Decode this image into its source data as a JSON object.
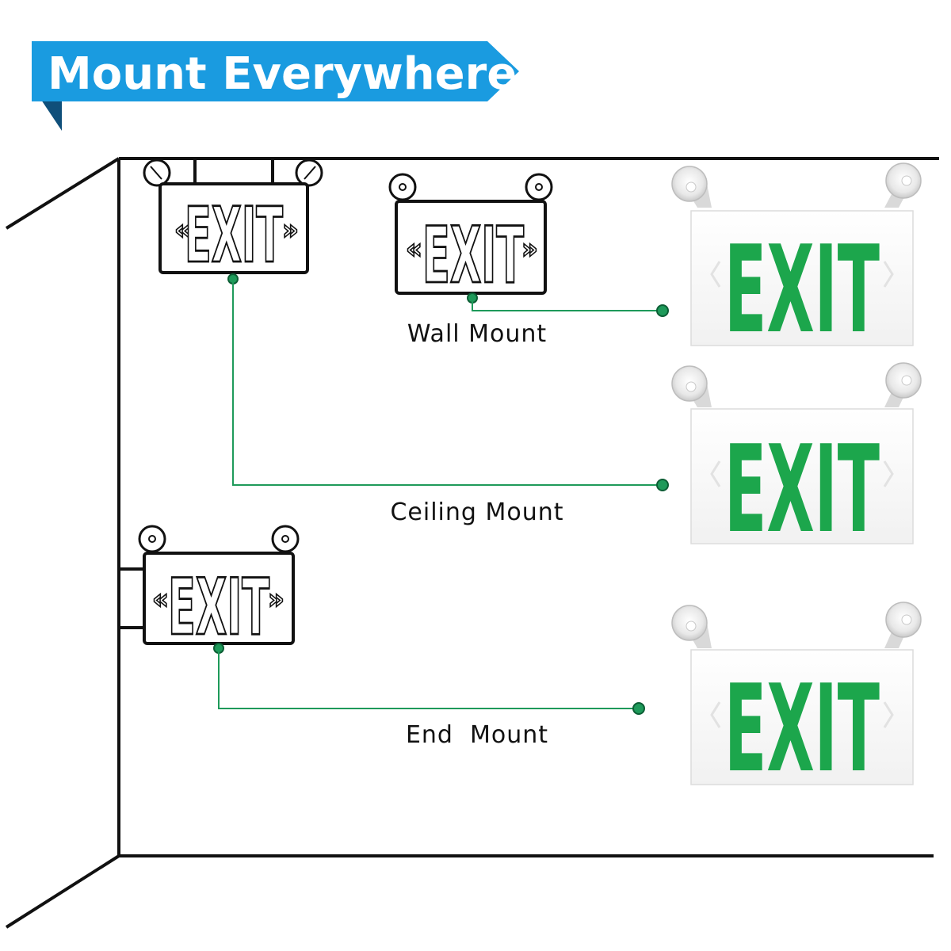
{
  "banner": {
    "title": "Mount Everywhere",
    "color": "#1a9be0",
    "shadow_color": "#0f4f7a"
  },
  "signs": {
    "text": "EXIT",
    "left_arrow": "«",
    "right_arrow": "»",
    "green_color": "#1ca64c"
  },
  "labels": {
    "wall": "Wall Mount",
    "ceiling": "Ceiling Mount",
    "end": "End  Mount"
  },
  "connector_color": "#1e9a5a"
}
